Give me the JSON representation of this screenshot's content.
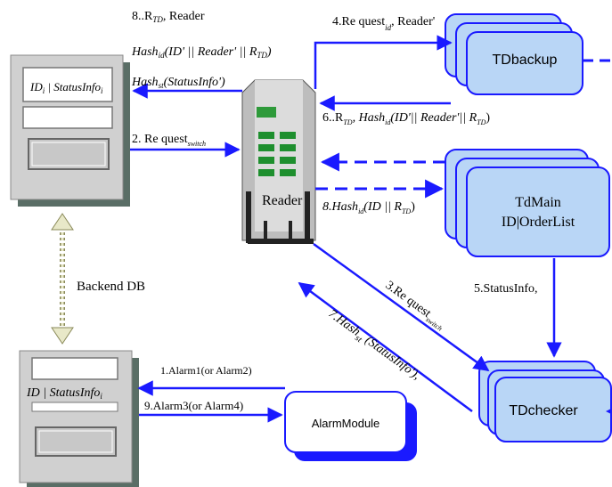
{
  "colors": {
    "arrow": "#1a1aff",
    "box_fill": "#b9d6f6",
    "terminal_fill": "#c8c8c8",
    "dashed_db": "#8a8a5a"
  },
  "terminals": {
    "top": {
      "text": "ID",
      "sub": "i",
      "text2": " | StatusInfo",
      "sub2": "i"
    },
    "bottom": {
      "text": "ID | StatusInfo",
      "sub": "i"
    }
  },
  "reader": {
    "label": "Reader"
  },
  "boxes": {
    "backup": "TDbackup",
    "main_line1": "TdMain",
    "main_line2": "ID|OrderList",
    "checker": "TDchecker",
    "alarm": "AlarmModule"
  },
  "backend_db": "Backend DB",
  "messages": {
    "m8_top_line1": "8..R",
    "m8_top_line1_sub": "TD",
    "m8_top_line1_rest": ", Reader",
    "m8_top_line2": "Hash",
    "m8_top_line2_sub": "id",
    "m8_top_line2_rest": "(ID' || Reader' || R",
    "m8_top_line2_sub2": "TD",
    "m8_top_line2_end": ")",
    "m8_top_line3": "Hash",
    "m8_top_line3_sub": "st",
    "m8_top_line3_rest": "(StatusInfo')",
    "m2": "2. Re quest",
    "m2_sub": "switch",
    "m4": "4.Re quest",
    "m4_sub": "id",
    "m4_rest": ", Reader'",
    "m6": "6..R",
    "m6_sub": "TD",
    "m6_rest": ", Hash",
    "m6_sub2": "id",
    "m6_end": "(ID'|| Reader'|| R",
    "m6_sub3": "TD",
    "m6_close": ")",
    "m8_mid": "8.Hash",
    "m8_mid_sub": "id",
    "m8_mid_rest": "(ID || R",
    "m8_mid_sub2": "TD",
    "m8_mid_close": ")",
    "m3": "3.Re quest",
    "m3_sub": "switch",
    "m5": "5.StatusInfo,",
    "m7_line1": "7.Hash",
    "m7_sub": "st",
    "m7_rest": "(StatusInfo'),",
    "m1": "1.Alarm1(or Alarm2)",
    "m9": "9.Alarm3(or Alarm4)"
  }
}
